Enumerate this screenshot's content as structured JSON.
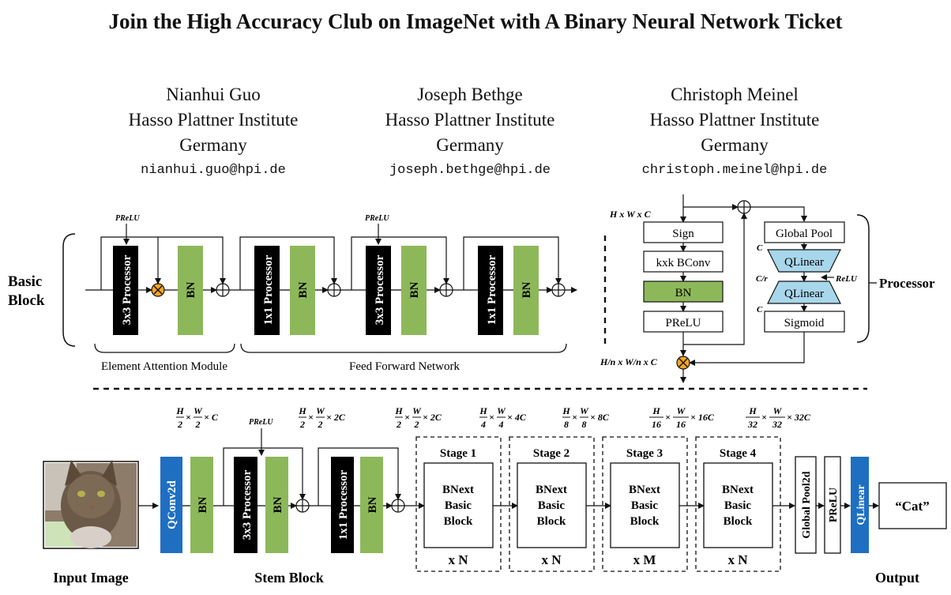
{
  "title": "Join the High Accuracy Club on ImageNet with A Binary Neural Network Ticket",
  "authors": [
    {
      "name": "Nianhui Guo",
      "affiliation": "Hasso Plattner Institute",
      "country": "Germany",
      "email": "nianhui.guo@hpi.de"
    },
    {
      "name": "Joseph Bethge",
      "affiliation": "Hasso Plattner Institute",
      "country": "Germany",
      "email": "joseph.bethge@hpi.de"
    },
    {
      "name": "Christoph Meinel",
      "affiliation": "Hasso Plattner Institute",
      "country": "Germany",
      "email": "christoph.meinel@hpi.de"
    }
  ],
  "basic_block": {
    "label_line1": "Basic",
    "label_line2": "Block",
    "prelu": "PReLU",
    "proc3": "3x3 Processor",
    "proc1": "1x1 Processor",
    "bn": "BN",
    "ea_module": "Element Attention Module",
    "ffn": "Feed Forward Network"
  },
  "processor": {
    "label": "Processor",
    "input_dims": "H x W x C",
    "output_dims": "H/n x W/n x C",
    "sign": "Sign",
    "bconv": "kxk BConv",
    "bn": "BN",
    "prelu": "PReLU",
    "global_pool": "Global Pool",
    "qlinear": "QLinear",
    "sigmoid": "Sigmoid",
    "c": "C",
    "c_over_r": "C/r",
    "relu": "ReLU"
  },
  "network": {
    "input_image": "Input Image",
    "stem_block": "Stem Block",
    "output": "Output",
    "qconv": "QConv2d",
    "bn": "BN",
    "prelu": "PReLU",
    "proc3": "3x3 Processor",
    "proc1": "1x1 Processor",
    "stages": [
      {
        "title": "Stage 1",
        "line1": "BNext",
        "line2": "Basic",
        "line3": "Block",
        "repeat": "x N"
      },
      {
        "title": "Stage 2",
        "line1": "BNext",
        "line2": "Basic",
        "line3": "Block",
        "repeat": "x N"
      },
      {
        "title": "Stage 3",
        "line1": "BNext",
        "line2": "Basic",
        "line3": "Block",
        "repeat": "x M"
      },
      {
        "title": "Stage 4",
        "line1": "BNext",
        "line2": "Basic",
        "line3": "Block",
        "repeat": "x N"
      }
    ],
    "global_pool2d": "Global Pool2d",
    "prelu_out": "PReLU",
    "qlinear": "QLinear",
    "result": "“Cat”",
    "dims": [
      {
        "h": "H",
        "hd": "2",
        "w": "W",
        "wd": "2",
        "c": "C"
      },
      {
        "h": "H",
        "hd": "2",
        "w": "W",
        "wd": "2",
        "c": "2C"
      },
      {
        "h": "H",
        "hd": "2",
        "w": "W",
        "wd": "2",
        "c": "2C"
      },
      {
        "h": "H",
        "hd": "4",
        "w": "W",
        "wd": "4",
        "c": "4C"
      },
      {
        "h": "H",
        "hd": "8",
        "w": "W",
        "wd": "8",
        "c": "8C"
      },
      {
        "h": "H",
        "hd": "16",
        "w": "W",
        "wd": "16",
        "c": "16C"
      },
      {
        "h": "H",
        "hd": "32",
        "w": "W",
        "wd": "32",
        "c": "32C"
      }
    ]
  },
  "colors": {
    "green": "#8db85a",
    "black": "#000000",
    "blue": "#1e6fc1",
    "lightblue": "#a8d6ea",
    "orange": "#f5a623"
  }
}
